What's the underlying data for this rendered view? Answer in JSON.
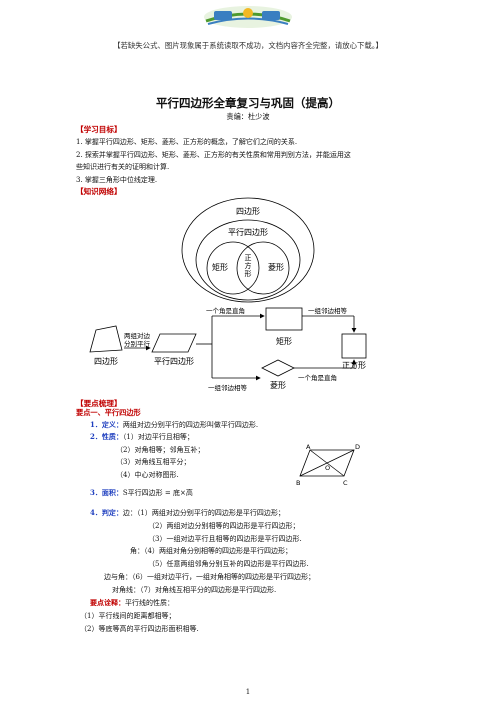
{
  "notice": "【若缺失公式、图片现象属于系统读取不成功，文档内容齐全完整，请放心下载。】",
  "title": "平行四边形全章复习与巩固（提高）",
  "author": "责编：杜少波",
  "goals": {
    "heading": "【学习目标】",
    "items": [
      "1. 掌握平行四边形、矩形、菱形、正方形的概念，了解它们之间的关系.",
      "2. 探索并掌握平行四边形、矩形、菱形、正方形的有关性质和常用判别方法，并能运用这",
      "    些知识进行有关的证明和计算.",
      "3. 掌握三角形中位线定理."
    ]
  },
  "network": {
    "heading": "【知识网络】",
    "venn": {
      "outer": "四边形",
      "middle": "平行四边形",
      "left": "矩形",
      "center": "正\n方\n形",
      "right": "菱形"
    },
    "flow": {
      "quad": "四边形",
      "cond1_a": "两组对边",
      "cond1_b": "分别平行",
      "para": "平行四边形",
      "top_cond": "一个角是直角",
      "rect": "矩形",
      "top_right_cond": "一组邻边相等",
      "square": "正方形",
      "bottom_cond": "一组邻边相等",
      "rhombus": "菱形",
      "bottom_right_cond": "一个角是直角"
    }
  },
  "points": {
    "heading": "【要点梳理】",
    "point1": "要点一、平行四边形",
    "def_label": "1．定义：",
    "def_text": "两组对边分别平行的四边形叫做平行四边形.",
    "prop_label": "2．性质：",
    "props": [
      "（1）对边平行且相等；",
      "（2）对角相等；邻角互补；",
      "（3）对角线互相平分；",
      "（4）中心对称图形."
    ],
    "area_label": "3．面积：",
    "area_formula": "S平行四边形 = 底×高",
    "judge_label": "4．判定：",
    "judge_lines": [
      "边：（1）两组对边分别平行的四边形是平行四边形；",
      "（2）两组对边分别相等的四边形是平行四边形；",
      "（3）一组对边平行且相等的四边形是平行四边形.",
      "角：（4）两组对角分别相等的四边形是平行四边形；",
      "（5）任意两组邻角分别互补的四边形是平行四边形.",
      "边与角：（6）一组对边平行，一组对角相等的四边形是平行四边形；",
      "对角线：（7）对角线互相平分的四边形是平行四边形."
    ],
    "note_label": "要点诠释：",
    "note_text": "平行线的性质：",
    "notes": [
      "（1）平行线间的距离都相等；",
      "（2）等底等高的平行四边形面积相等."
    ],
    "fig": {
      "a": "A",
      "d": "D",
      "b": "B",
      "c": "C",
      "o": "O"
    }
  },
  "page_number": "1"
}
